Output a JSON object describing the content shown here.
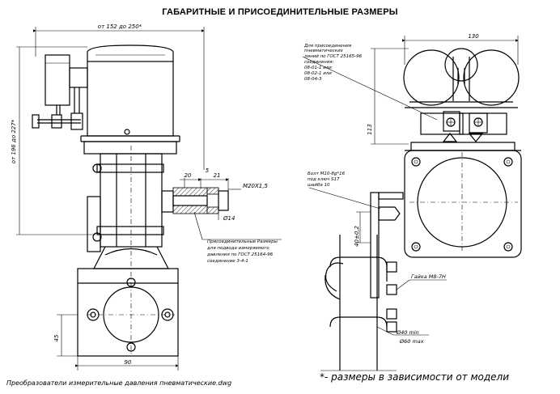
{
  "title": "ГАБАРИТНЫЕ И ПРИСОЕДИНИТЕЛЬНЫЕ РАЗМЕРЫ",
  "left_view": {
    "dim_width_top": "от 152 до 250*",
    "dim_height_left": "от 196 до 227*",
    "dim_bottom_width": "90",
    "dim_bottom_height": "45",
    "dim_20": "20",
    "dim_5": "5",
    "dim_21": "21",
    "thread": "M20X1,5",
    "diameter_14": "Ø14",
    "note_connection": [
      "Присоединительные Размеры",
      "для подвода измеряемого",
      "давления по ГОСТ 25164-96",
      "соединение 3-4-1"
    ],
    "file_caption": "Преобразователи измерительные давления пневматические.dwg"
  },
  "right_view": {
    "dim_130": "130",
    "dim_113": "113",
    "dim_40_2": "40±0,2",
    "note_fittings": [
      "Для присоединения",
      "пневматических",
      "линий по ГОСТ 25165-96",
      "соединения:",
      "08-01-1 или",
      "08-02-1 или",
      "08-04-3"
    ],
    "note_bolt": [
      "Болт М10-8g*16",
      "под ключ S17",
      "шайба 10"
    ],
    "nut_label": "Гайка М8-7Н",
    "pipe_min": "Ø40 min",
    "pipe_max": "Ø60 max",
    "footnote": "*- размеры в зависимости от модели"
  }
}
